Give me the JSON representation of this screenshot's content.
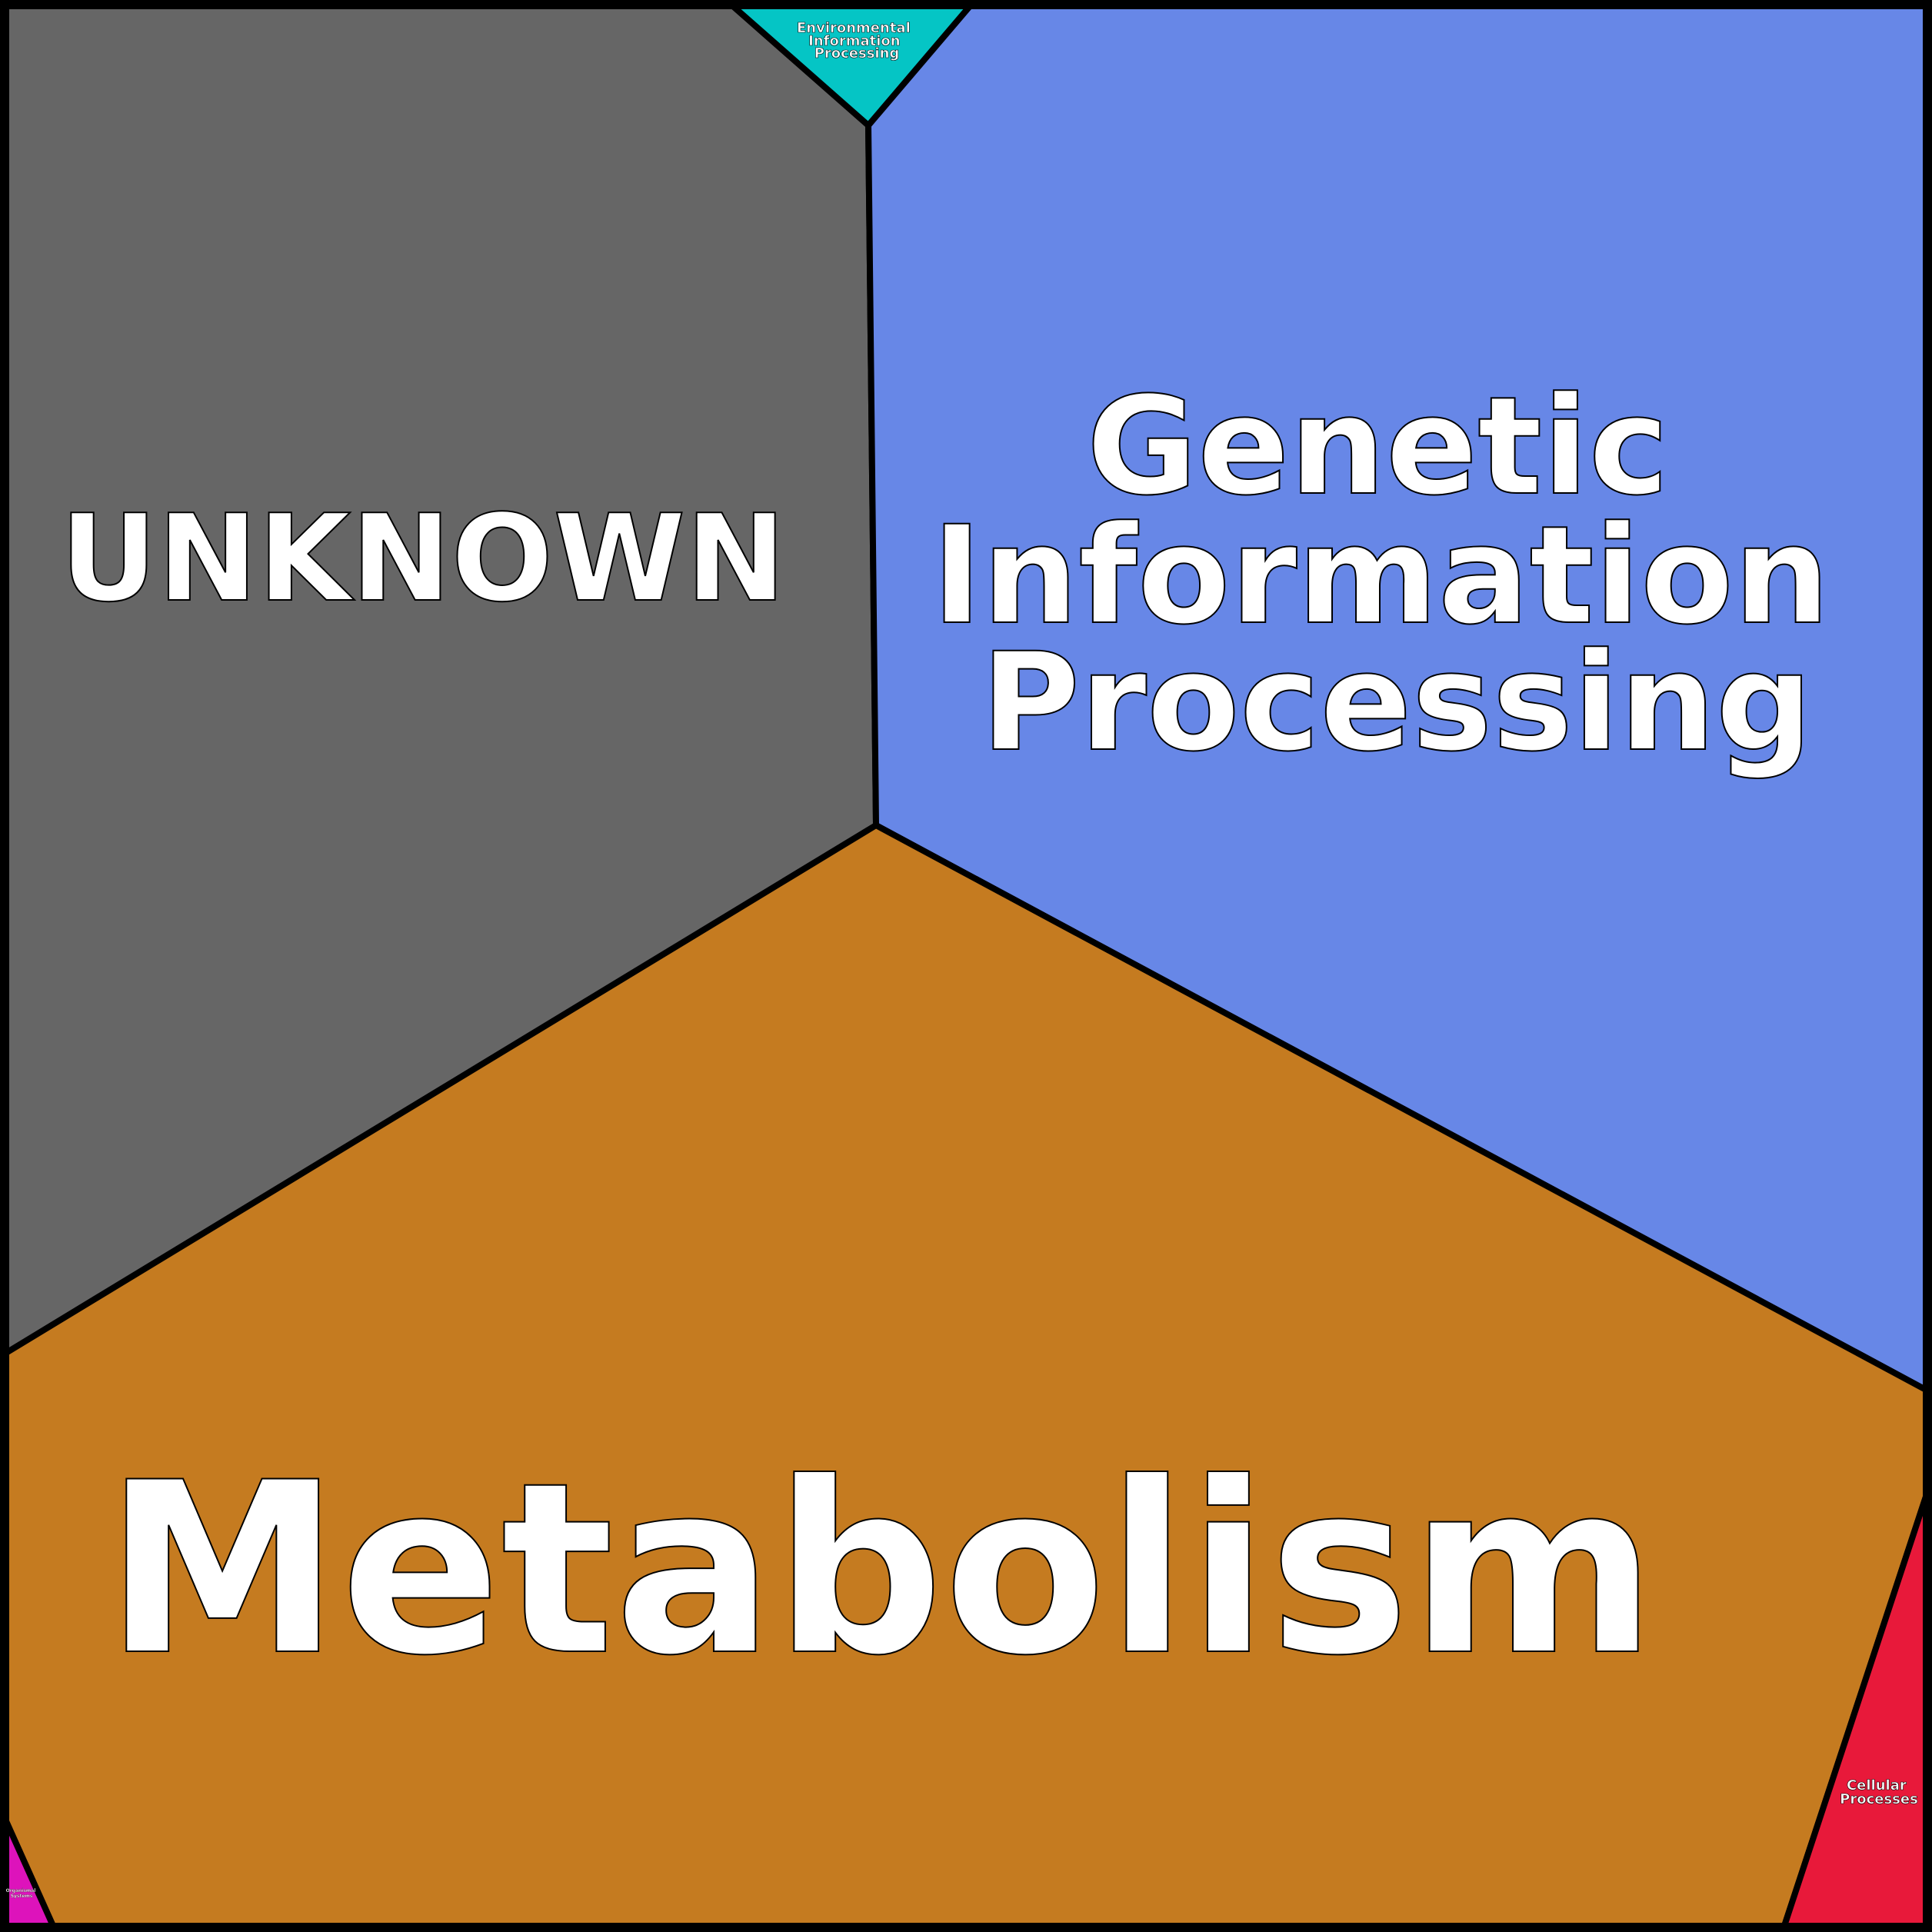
{
  "diagram": {
    "type": "voronoi-treemap",
    "cells": [
      {
        "id": "unknown",
        "label_lines": [
          "UNKNOWN"
        ],
        "color": "#666666"
      },
      {
        "id": "genetic",
        "label_lines": [
          "Genetic",
          "Information",
          "Processing"
        ],
        "color": "#6787e7"
      },
      {
        "id": "metabolism",
        "label_lines": [
          "Metabolism"
        ],
        "color": "#c57b20"
      },
      {
        "id": "environmental",
        "label_lines": [
          "Environmental",
          "Information",
          "Processing"
        ],
        "color": "#05c5c5"
      },
      {
        "id": "cellular",
        "label_lines": [
          "Cellular",
          "Processes"
        ],
        "color": "#e8193a"
      },
      {
        "id": "organismal",
        "label_lines": [
          "Organismal",
          "Systems"
        ],
        "color": "#dd13bb"
      }
    ]
  }
}
